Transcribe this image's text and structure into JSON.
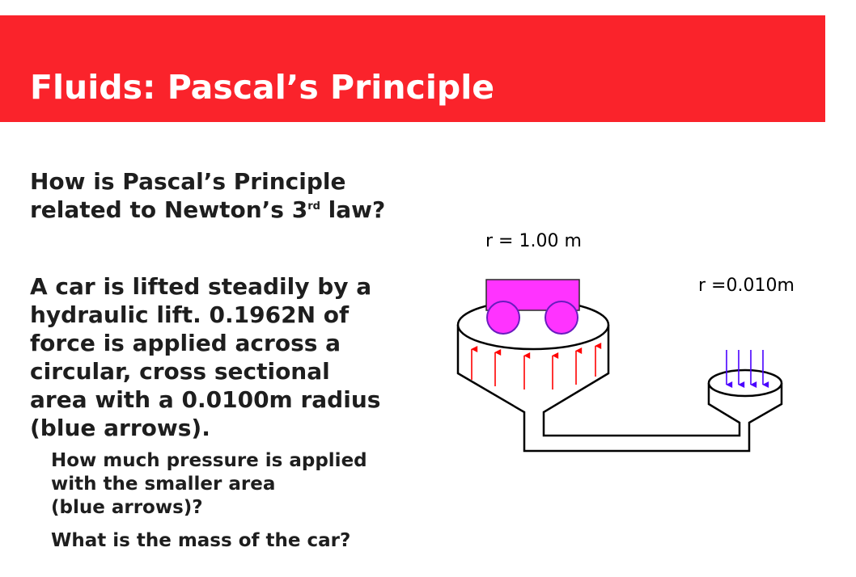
{
  "slide": {
    "title": "Fluids: Pascal’s Principle",
    "question": {
      "line1": "How is Pascal’s Principle",
      "line2_pre": "related to Newton’s 3",
      "line2_sup": "rd",
      "line2_post": " law?"
    },
    "problem": {
      "line1": "A car is lifted steadily by a",
      "line2": "hydraulic lift. 0.1962N of",
      "line3": "force is applied across a",
      "line4": "circular, cross sectional",
      "line5": "area with a 0.0100m radius",
      "line6": "(blue arrows)."
    },
    "subquestions": {
      "pressure_line1": "How much pressure is applied",
      "pressure_line2": "with the smaller area",
      "pressure_line3": "(blue arrows)?",
      "mass": "What is the mass of the car?"
    }
  },
  "diagram": {
    "large_radius_label": "r = 1.00 m",
    "small_radius_label": "r =0.010m"
  },
  "colors": {
    "title_bar": "#fa232b",
    "car": "#ff33ff",
    "car_outline": "#6a1bbf",
    "up_arrows": "#ff0000",
    "down_arrows": "#4a00ff"
  }
}
